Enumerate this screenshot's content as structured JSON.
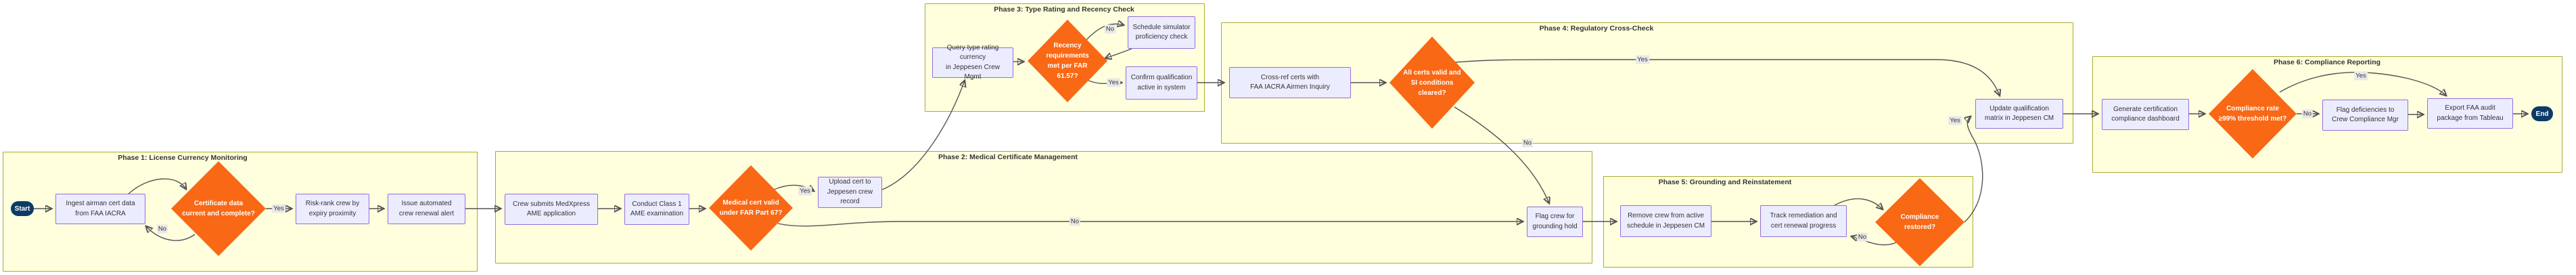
{
  "phases": {
    "p1": {
      "title": "Phase 1: License Currency Monitoring"
    },
    "p2": {
      "title": "Phase 2: Medical Certificate Management"
    },
    "p3": {
      "title": "Phase 3: Type Rating and Recency Check"
    },
    "p4": {
      "title": "Phase 4: Regulatory Cross-Check"
    },
    "p5": {
      "title": "Phase 5: Grounding and Reinstatement"
    },
    "p6": {
      "title": "Phase 6: Compliance Reporting"
    }
  },
  "nodes": {
    "start": {
      "type": "terminal",
      "label": "Start"
    },
    "ingest": {
      "type": "process",
      "label": "Ingest airman cert data\nfrom FAA IACRA"
    },
    "cert_ok": {
      "type": "decision",
      "label": "Certificate data\ncurrent and complete?"
    },
    "risk_rank": {
      "type": "process",
      "label": "Risk-rank crew by\nexpiry proximity"
    },
    "issue_alert": {
      "type": "process",
      "label": "Issue automated\ncrew renewal alert"
    },
    "crew_submits": {
      "type": "process",
      "label": "Crew submits MedXpress\nAME application"
    },
    "conduct_exam": {
      "type": "process",
      "label": "Conduct Class 1\nAME examination"
    },
    "medical_ok": {
      "type": "decision",
      "label": "Medical cert valid\nunder FAR Part 67?"
    },
    "upload_cert": {
      "type": "process",
      "label": "Upload cert to\nJeppesen crew record"
    },
    "query_rating": {
      "type": "process",
      "label": "Query type rating currency\nin Jeppesen Crew Mgmt"
    },
    "recency_ok": {
      "type": "decision",
      "label": "Recency requirements\nmet per FAR 61.57?"
    },
    "schedule_sim": {
      "type": "process",
      "label": "Schedule simulator\nproficiency check"
    },
    "confirm_qual": {
      "type": "process",
      "label": "Confirm qualification\nactive in system"
    },
    "crossref": {
      "type": "process",
      "label": "Cross-ref certs with\nFAA IACRA Airmen Inquiry"
    },
    "certs_valid": {
      "type": "decision",
      "label": "All certs valid and\nSI conditions cleared?"
    },
    "update_matrix": {
      "type": "process",
      "label": "Update qualification\nmatrix in Jeppesen CM"
    },
    "flag_ground": {
      "type": "process",
      "label": "Flag crew for\ngrounding hold"
    },
    "remove_crew": {
      "type": "process",
      "label": "Remove crew from active\nschedule in Jeppesen CM"
    },
    "track_remed": {
      "type": "process",
      "label": "Track remediation and\ncert renewal progress"
    },
    "restored_ok": {
      "type": "decision",
      "label": "Compliance\nrestored?"
    },
    "gen_dashboard": {
      "type": "process",
      "label": "Generate certification\ncompliance dashboard"
    },
    "rate_ok": {
      "type": "decision",
      "label": "Compliance rate\n≥99% threshold met?"
    },
    "flag_defic": {
      "type": "process",
      "label": "Flag deficiencies to\nCrew Compliance Mgr"
    },
    "export_audit": {
      "type": "process",
      "label": "Export FAA audit\npackage from Tableau"
    },
    "end": {
      "type": "terminal",
      "label": "End"
    }
  },
  "edge_labels": {
    "l1": {
      "text": "Yes"
    },
    "l2": {
      "text": "No"
    },
    "l3": {
      "text": "Yes"
    },
    "l4": {
      "text": "No"
    },
    "l5": {
      "text": "No"
    },
    "l6": {
      "text": "Yes"
    },
    "l7": {
      "text": "Yes"
    },
    "l8": {
      "text": "No"
    },
    "l9": {
      "text": "No"
    },
    "l10": {
      "text": "Yes"
    },
    "l11": {
      "text": "Yes"
    },
    "l12": {
      "text": "No"
    }
  },
  "colors": {
    "phase_fill": "#ffffde",
    "phase_border": "#aaaa33",
    "node_fill": "#ececff",
    "node_border": "#9370db",
    "decision_fill": "#f96815",
    "decision_text": "#ffffff",
    "terminal_fill": "#0d3b66",
    "edge_stroke": "#555555",
    "edge_label_bg": "#e8e8e8",
    "text": "#333333"
  }
}
